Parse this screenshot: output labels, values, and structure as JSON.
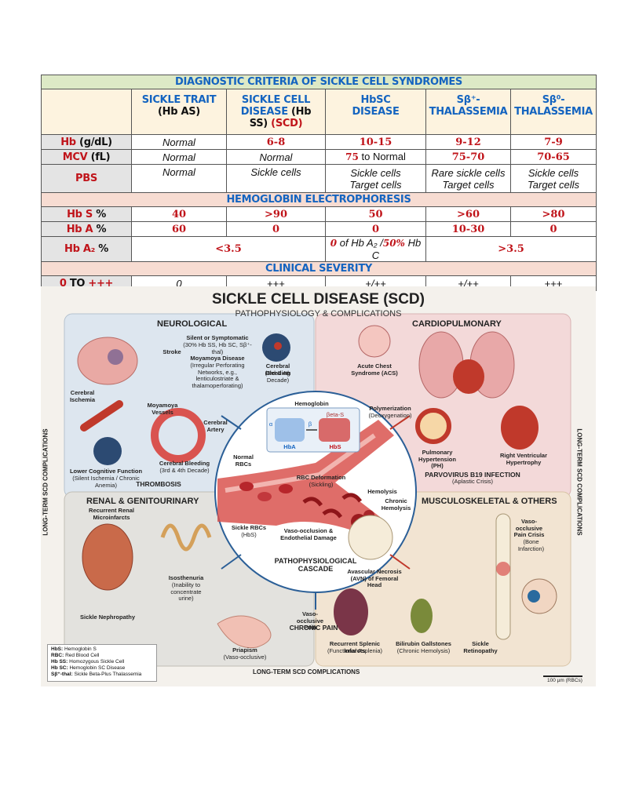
{
  "table": {
    "title": "DIAGNOSTIC CRITERIA OF SICKLE CELL SYNDROMES",
    "columns": [
      {
        "l1": "SICKLE TRAIT",
        "l2": "(Hb AS)"
      },
      {
        "l1": "SICKLE CELL",
        "l2": "DISEASE",
        "l3": "(Hb",
        "l4": "SS)",
        "l5": "(SCD)"
      },
      {
        "l1": "HbSC",
        "l2": "DISEASE"
      },
      {
        "l1": "Sβ⁺-",
        "l2": "THALASSEMIA"
      },
      {
        "l1": "Sβ⁰-",
        "l2": "THALASSEMIA"
      }
    ],
    "hb": {
      "lab1": "Hb",
      "lab2": "(g/dL)",
      "vals": [
        "Normal",
        "6-8",
        "10-15",
        "9-12",
        "7-9"
      ]
    },
    "mcv": {
      "lab1": "MCV",
      "lab2": "(fL)",
      "vals": [
        "Normal",
        "Normal",
        "75",
        "to Normal",
        "75-70",
        "70-65"
      ]
    },
    "pbs": {
      "lab": "PBS",
      "v1": "Normal",
      "v2": "Sickle cells",
      "v3a": "Sickle cells",
      "v3b": "Target cells",
      "v4a": "Rare sickle cells",
      "v4b": "Target cells",
      "v5a": "Sickle cells",
      "v5b": "Target cells"
    },
    "electro_title": "HEMOGLOBIN ELECTROPHORESIS",
    "hbs": {
      "lab1": "Hb S",
      "lab2": "%",
      "vals": [
        "40",
        ">90",
        "50",
        ">60",
        ">80"
      ]
    },
    "hba": {
      "lab1": "Hb A",
      "lab2": "%",
      "vals": [
        "60",
        "0",
        "0",
        "10-30",
        "0"
      ]
    },
    "hba2": {
      "lab1": "Hb A₂",
      "lab2": "%",
      "v1": "<3.5",
      "v2a": "0",
      "v2b": "of Hb A₂ /",
      "v2c": "50%",
      "v2d": "Hb C",
      "v3": ">3.5"
    },
    "clinical_title": "CLINICAL SEVERITY",
    "sev": {
      "lab1": "0",
      "lab2": "TO",
      "lab3": "+++",
      "vals": [
        "0",
        "+++",
        "+/++",
        "+/++",
        "+++"
      ]
    }
  },
  "infographic": {
    "title": "SICKLE CELL DISEASE (SCD)",
    "subtitle": "PATHOPHYSIOLOGY & COMPLICATIONS",
    "panels": {
      "neuro": "NEUROLOGICAL",
      "cardio": "CARDIOPULMONARY",
      "renal": "RENAL & GENITOURINARY",
      "musc": "MUSCULOSKELETAL & OTHERS"
    },
    "neuro_labels": {
      "stroke": "Stroke",
      "silent": "Silent or Symptomatic",
      "silent2": "(30% Hb SS, Hb SC, Sβ⁺-thal)",
      "moya": "Moyamoya Disease",
      "moya2": "(Irregular Perforating Networks, e.g., lenticulostriate & thalamoperforating)",
      "bleed": "Cerebral Bleeding",
      "bleed2": "(3rd & 4th Decade)",
      "isch": "Cerebral Ischemia",
      "mvessels": "Moyamoya Vessels",
      "cartery": "Cerebral Artery",
      "lcf": "Lower Cognitive Function",
      "lcf2": "(Silent Ischemia / Chronic Anemia)",
      "bleed3": "Cerebral Bleeding",
      "bleed4": "(3rd & 4th Decade)",
      "thromb": "THROMBOSIS"
    },
    "cardio_labels": {
      "acs": "Acute Chest Syndrome (ACS)",
      "ph": "Pulmonary Hypertension (PH)",
      "rvh": "Right Ventricular Hypertrophy",
      "parvo": "PARVOVIRUS B19 INFECTION",
      "parvo2": "(Aplastic Crisis)"
    },
    "center_labels": {
      "hemoglobin": "Hemoglobin",
      "betas": "βeta-S",
      "hba": "HbA",
      "hbs": "HbS",
      "alpha": "α",
      "beta": "β",
      "poly": "Polymerization",
      "poly2": "(Deoxygenation)",
      "normal": "Normal RBCs",
      "deform": "RBC Deformation",
      "deform2": "(Sickling)",
      "hemo": "Hemolysis",
      "chronic": "Chronic Hemolysis",
      "sickle": "Sickle RBCs",
      "sickle2": "(HbS)",
      "vaso": "Vaso-occlusion & Endothelial Damage",
      "cascade": "PATHOPHYSIOLOGICAL CASCADE"
    },
    "renal_labels": {
      "rrm": "Recurrent Renal Microinfarcts",
      "iso": "Isosthenuria",
      "iso2": "(Inability to concentrate urine)",
      "neph": "Sickle Nephropathy",
      "pria": "Priapism",
      "pria2": "(Vaso-occlusive)"
    },
    "musc_labels": {
      "vop": "Vaso-occlusive Pain Crisis",
      "vop2": "(Bone Infarction)",
      "avn": "Avascular Necrosis (AVN) of Femoral Head",
      "vo_pain": "Vaso-occlusive Pain",
      "chronic_pain": "CHRONIC PAIN",
      "spleen": "Recurrent Splenic Infarcts",
      "spleen2": "(Functional Asplenia)",
      "gall": "Bilirubin Gallstones",
      "gall2": "(Chronic Hemolysis)",
      "ret": "Sickle Retinopathy"
    },
    "side_label": "LONG-TERM SCD COMPLICATIONS",
    "bottom_label": "LONG-TERM SCD COMPLICATIONS",
    "scale": "100 µm (RBCs)",
    "legend": [
      {
        "k": "HbS:",
        "v": "Hemoglobin S"
      },
      {
        "k": "RBC:",
        "v": "Red Blood Cell"
      },
      {
        "k": "Hb SS:",
        "v": "Homozygous Sickle Cell"
      },
      {
        "k": "Hb SC:",
        "v": "Hemoglobin SC Disease"
      },
      {
        "k": "Sβ⁺-thal:",
        "v": "Sickle Beta-Plus Thalassemia"
      }
    ]
  }
}
